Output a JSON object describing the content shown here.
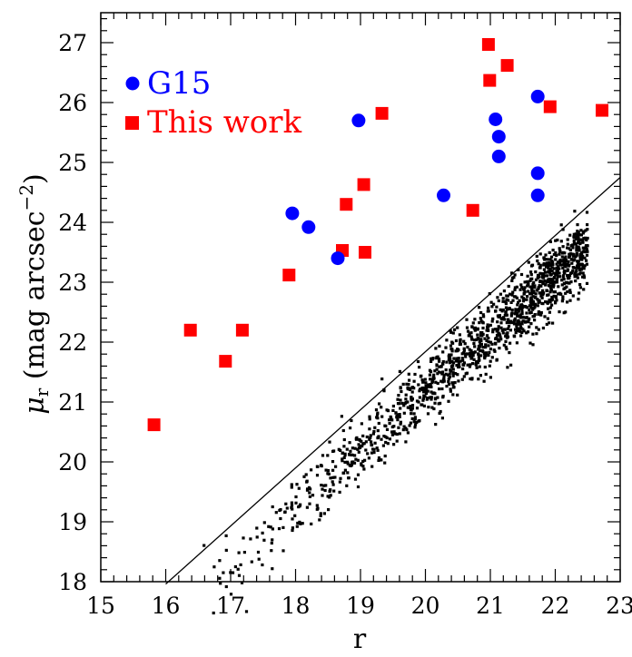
{
  "chart_data": {
    "type": "scatter",
    "title": "",
    "xlabel": "r",
    "ylabel_symbol": "μ",
    "ylabel_sub": "r",
    "ylabel_paren_open": " (mag arcsec",
    "ylabel_sup": "−2",
    "ylabel_paren_close": ")",
    "xlim": [
      15,
      23
    ],
    "ylim": [
      18,
      27.5
    ],
    "xticks": [
      15,
      16,
      17,
      18,
      19,
      20,
      21,
      22,
      23
    ],
    "yticks": [
      18,
      19,
      20,
      21,
      22,
      23,
      24,
      25,
      26,
      27
    ],
    "grid": false,
    "legend_position": "top-left",
    "series": [
      {
        "name": "G15",
        "marker": "circle",
        "color": "#0000ff",
        "points": [
          [
            17.95,
            24.15
          ],
          [
            18.2,
            23.92
          ],
          [
            18.65,
            23.4
          ],
          [
            18.97,
            25.7
          ],
          [
            20.28,
            24.45
          ],
          [
            21.08,
            25.72
          ],
          [
            21.13,
            25.43
          ],
          [
            21.13,
            25.1
          ],
          [
            21.73,
            26.1
          ],
          [
            21.73,
            24.82
          ],
          [
            21.73,
            24.45
          ]
        ]
      },
      {
        "name": "This work",
        "marker": "square",
        "color": "#ff0000",
        "points": [
          [
            15.82,
            20.62
          ],
          [
            16.38,
            22.2
          ],
          [
            16.92,
            21.68
          ],
          [
            17.18,
            22.2
          ],
          [
            17.9,
            23.12
          ],
          [
            18.72,
            23.53
          ],
          [
            18.78,
            24.3
          ],
          [
            19.05,
            24.63
          ],
          [
            19.07,
            23.5
          ],
          [
            19.33,
            25.82
          ],
          [
            20.73,
            24.2
          ],
          [
            20.97,
            26.97
          ],
          [
            20.99,
            26.37
          ],
          [
            21.26,
            26.62
          ],
          [
            21.92,
            25.93
          ],
          [
            22.72,
            25.87
          ]
        ]
      },
      {
        "name": "",
        "marker": "small-square",
        "color": "#000000",
        "generated": true,
        "seed": 12345,
        "count": 1400,
        "x_range": [
          16.3,
          22.5
        ],
        "relation": {
          "slope": 0.97,
          "intercept": 1.75
        },
        "scatter_sd": 0.28
      }
    ],
    "fit_line": {
      "slope": 0.97,
      "intercept": 2.44,
      "x_range": [
        16.0,
        23.0
      ],
      "color": "#000000"
    }
  }
}
